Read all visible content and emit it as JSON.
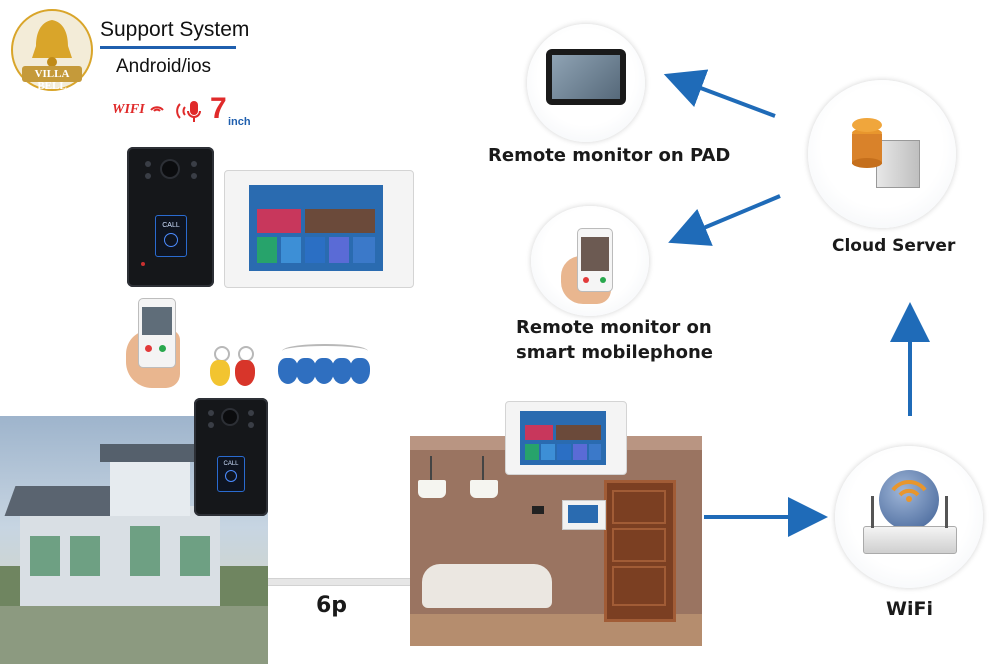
{
  "brand": {
    "name": "VILLA BELL"
  },
  "header": {
    "title": "Support System",
    "subtitle": "Android/ios"
  },
  "badges": {
    "wifi": "WIFI",
    "size_number": "7",
    "size_unit": "inch"
  },
  "doorbell": {
    "call_label": "CALL"
  },
  "nodes": {
    "pad": "Remote monitor on PAD",
    "mobile_line1": "Remote monitor on",
    "mobile_line2": "smart mobilephone",
    "cloud": "Cloud Server",
    "wifi": "WiFi"
  },
  "cable_label": "6p",
  "colors": {
    "arrow": "#1f6bb8",
    "gold": "#d9a52a",
    "screen_blue": "#2a6bb0",
    "tag_blue": "#2f6fc0",
    "tag_yellow": "#f2c430",
    "tag_red": "#d8352a"
  }
}
